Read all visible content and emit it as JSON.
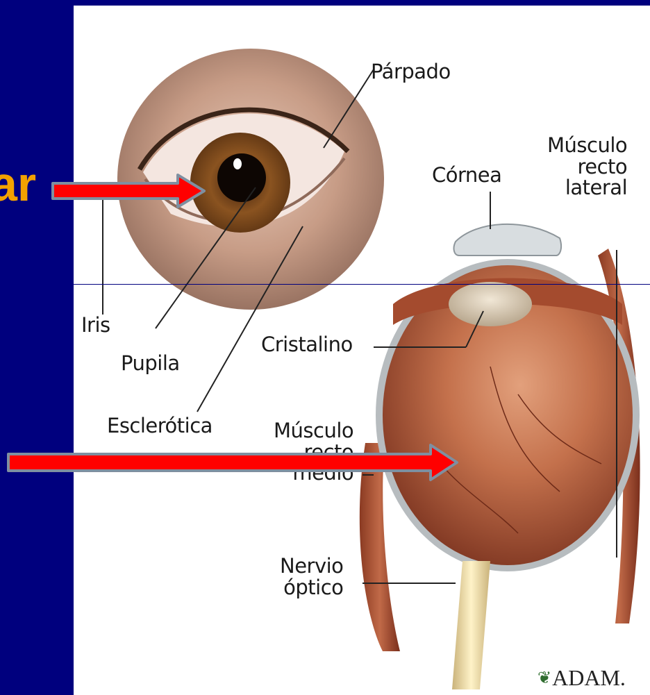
{
  "slide": {
    "left_text": "ar",
    "colors": {
      "background": "#00007e",
      "left_text": "#f3a200",
      "arrow": "#ff0000",
      "arrow_outline": "#7f8fa0"
    }
  },
  "diagram": {
    "labels": {
      "parpado": "Párpado",
      "musculo_recto_lateral": "Músculo\nrecto\nlateral",
      "cornea": "Córnea",
      "iris": "Iris",
      "pupila": "Pupila",
      "cristalino": "Cristalino",
      "esclerotica": "Esclerótica",
      "musculo_recto_medio": "Músculo\nrecto\nmedio",
      "nervio_optico": "Nervio\nóptico"
    },
    "logo": "ADAM."
  },
  "arrows": [
    {
      "name": "arrow-to-iris",
      "direction": "right"
    },
    {
      "name": "arrow-to-eyeball",
      "direction": "right"
    }
  ]
}
